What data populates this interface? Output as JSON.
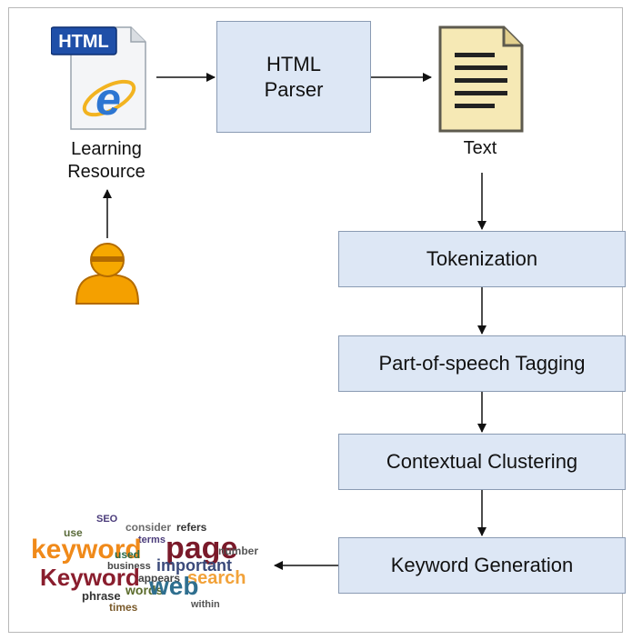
{
  "diagram": {
    "html_badge": "HTML",
    "learning_resource_label": "Learning\nResource",
    "html_parser_label": "HTML\nParser",
    "text_label": "Text",
    "steps": [
      "Tokenization",
      "Part-of-speech Tagging",
      "Contextual Clustering",
      "Keyword Generation"
    ],
    "word_cloud": [
      "keyword",
      "page",
      "Keyword",
      "web",
      "search",
      "important",
      "phrase",
      "words",
      "use",
      "consider",
      "refers",
      "number",
      "terms",
      "used",
      "appears",
      "business",
      "within",
      "times",
      "SEO"
    ]
  }
}
